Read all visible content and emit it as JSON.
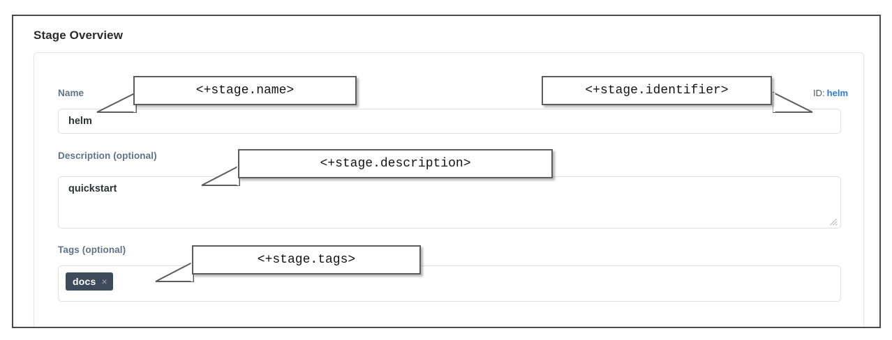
{
  "heading": {
    "title": "Stage Overview"
  },
  "form": {
    "name": {
      "label": "Name",
      "value": "helm",
      "placeholder": ""
    },
    "identifier": {
      "key": "ID:",
      "value": "helm"
    },
    "description": {
      "label": "Description (optional)",
      "value": "quickstart",
      "placeholder": ""
    },
    "tags": {
      "label": "Tags (optional)",
      "chips": [
        {
          "label": "docs",
          "remove": "×"
        }
      ]
    }
  },
  "annotations": [
    {
      "text": "<+stage.name>"
    },
    {
      "text": "<+stage.identifier>"
    },
    {
      "text": "<+stage.description>"
    },
    {
      "text": "<+stage.tags>"
    }
  ],
  "colors": {
    "label": "#5f7289",
    "link": "#2f7bd8",
    "chip_bg": "#3c4a5a",
    "frame_border": "#4a4a4a",
    "input_border": "#dcdfe2",
    "callout_border": "#5c5c5c"
  }
}
